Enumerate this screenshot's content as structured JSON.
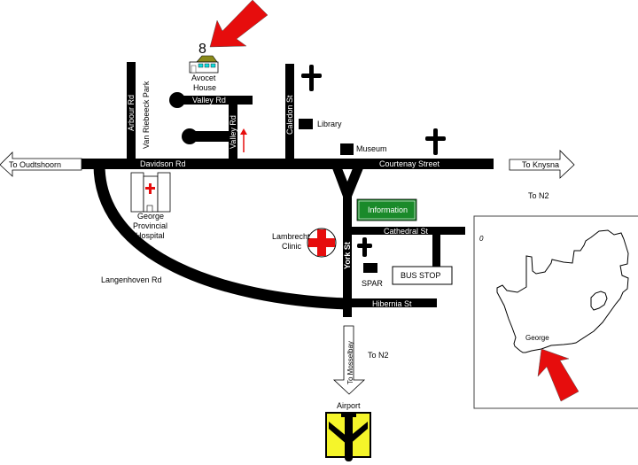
{
  "colors": {
    "road": "#000000",
    "accent_red": "#e60d0d",
    "info_green": "#1a8a2a",
    "airport_yellow": "#f5f52a"
  },
  "marker": {
    "number": "8",
    "place": [
      "Avocet",
      "House"
    ],
    "icon": "house-icon"
  },
  "roads": {
    "arbour": "Arbour Rd",
    "van_riebeeck": "Van Riebeeck Park",
    "valley_top": "Valley Rd",
    "valley_vertical": "Valley Rd",
    "caledon": "Caledon St",
    "davidson": "Davidson Rd",
    "courtenay": "Courtenay Street",
    "york": "York St",
    "cathedral": "Cathedral St",
    "hibernia": "Hibernia St",
    "langenhoven": "Langenhoven Rd"
  },
  "places": {
    "library": "Library",
    "museum": "Museum",
    "information": "Information",
    "hospital": [
      "George",
      "Provincial",
      "Hospital"
    ],
    "clinic": [
      "Lambrecht",
      "Clinic"
    ],
    "spar": "SPAR",
    "bus_stop": "BUS STOP",
    "airport": "Airport"
  },
  "directions": {
    "oudtshoorn": "To Oudtshoorn",
    "knysna": "To Knysna",
    "n2_east": "To N2",
    "mosselbay": "To Mosselbay",
    "n2_south": "To N2"
  },
  "inset": {
    "label": "George",
    "corner_mark": "0"
  }
}
